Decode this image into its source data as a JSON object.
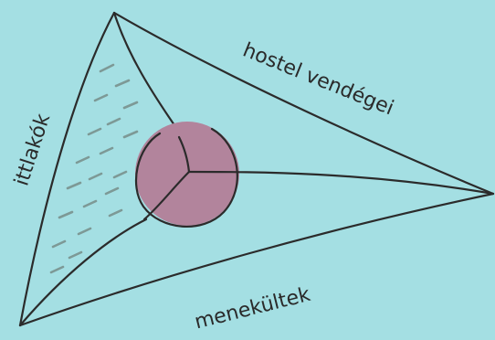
{
  "diagram": {
    "labels": {
      "left_side": "ittlakók",
      "top_right_side": "hostel vendégei",
      "bottom_side": "menekültek"
    },
    "colors": {
      "background": "#a4dfe3",
      "line": "#2b2b2b",
      "center_circle": "#b2849c",
      "hatch": "#7d9996"
    }
  }
}
